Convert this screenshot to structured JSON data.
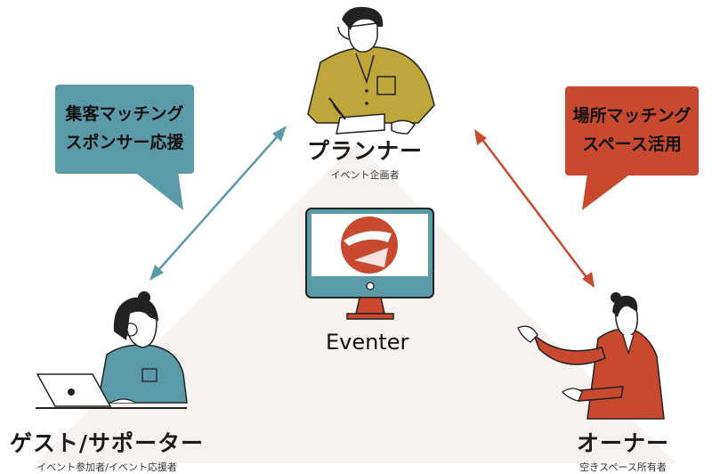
{
  "planner": {
    "title": "プランナー",
    "subtitle": "イベント企画者"
  },
  "guest": {
    "title": "ゲスト/サポーター",
    "subtitle": "イベント参加者/イベント応援者"
  },
  "owner": {
    "title": "オーナー",
    "subtitle": "空きスペース所有者"
  },
  "left_bubble": {
    "line1": "集客マッチング",
    "line2": "スポンサー応援"
  },
  "right_bubble": {
    "line1": "場所マッチング",
    "line2": "スペース活用"
  },
  "center": {
    "brand": "Eventer"
  },
  "colors": {
    "teal": "#5a9aa9",
    "red": "#c9492f",
    "mustard": "#bea63a",
    "background_wedge": "#f6f1ef"
  }
}
